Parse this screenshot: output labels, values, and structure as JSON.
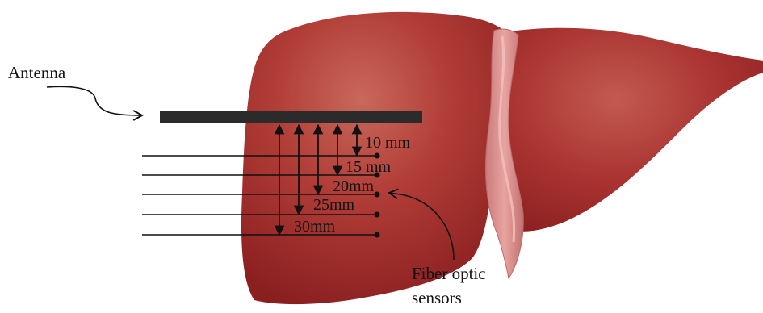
{
  "labels": {
    "antenna": "Antenna",
    "fiber_line1": "Fiber optic",
    "fiber_line2": "sensors"
  },
  "depths": [
    {
      "label": "10 mm"
    },
    {
      "label": "15 mm"
    },
    {
      "label": "20mm"
    },
    {
      "label": "25mm"
    },
    {
      "label": "30mm"
    }
  ],
  "colors": {
    "liver_dark": "#8e2020",
    "liver_mid": "#b23a36",
    "liver_light": "#c8665c",
    "ligament": "#d48888",
    "antenna": "#2b2b2b",
    "line": "#111111",
    "background": "#ffffff"
  }
}
